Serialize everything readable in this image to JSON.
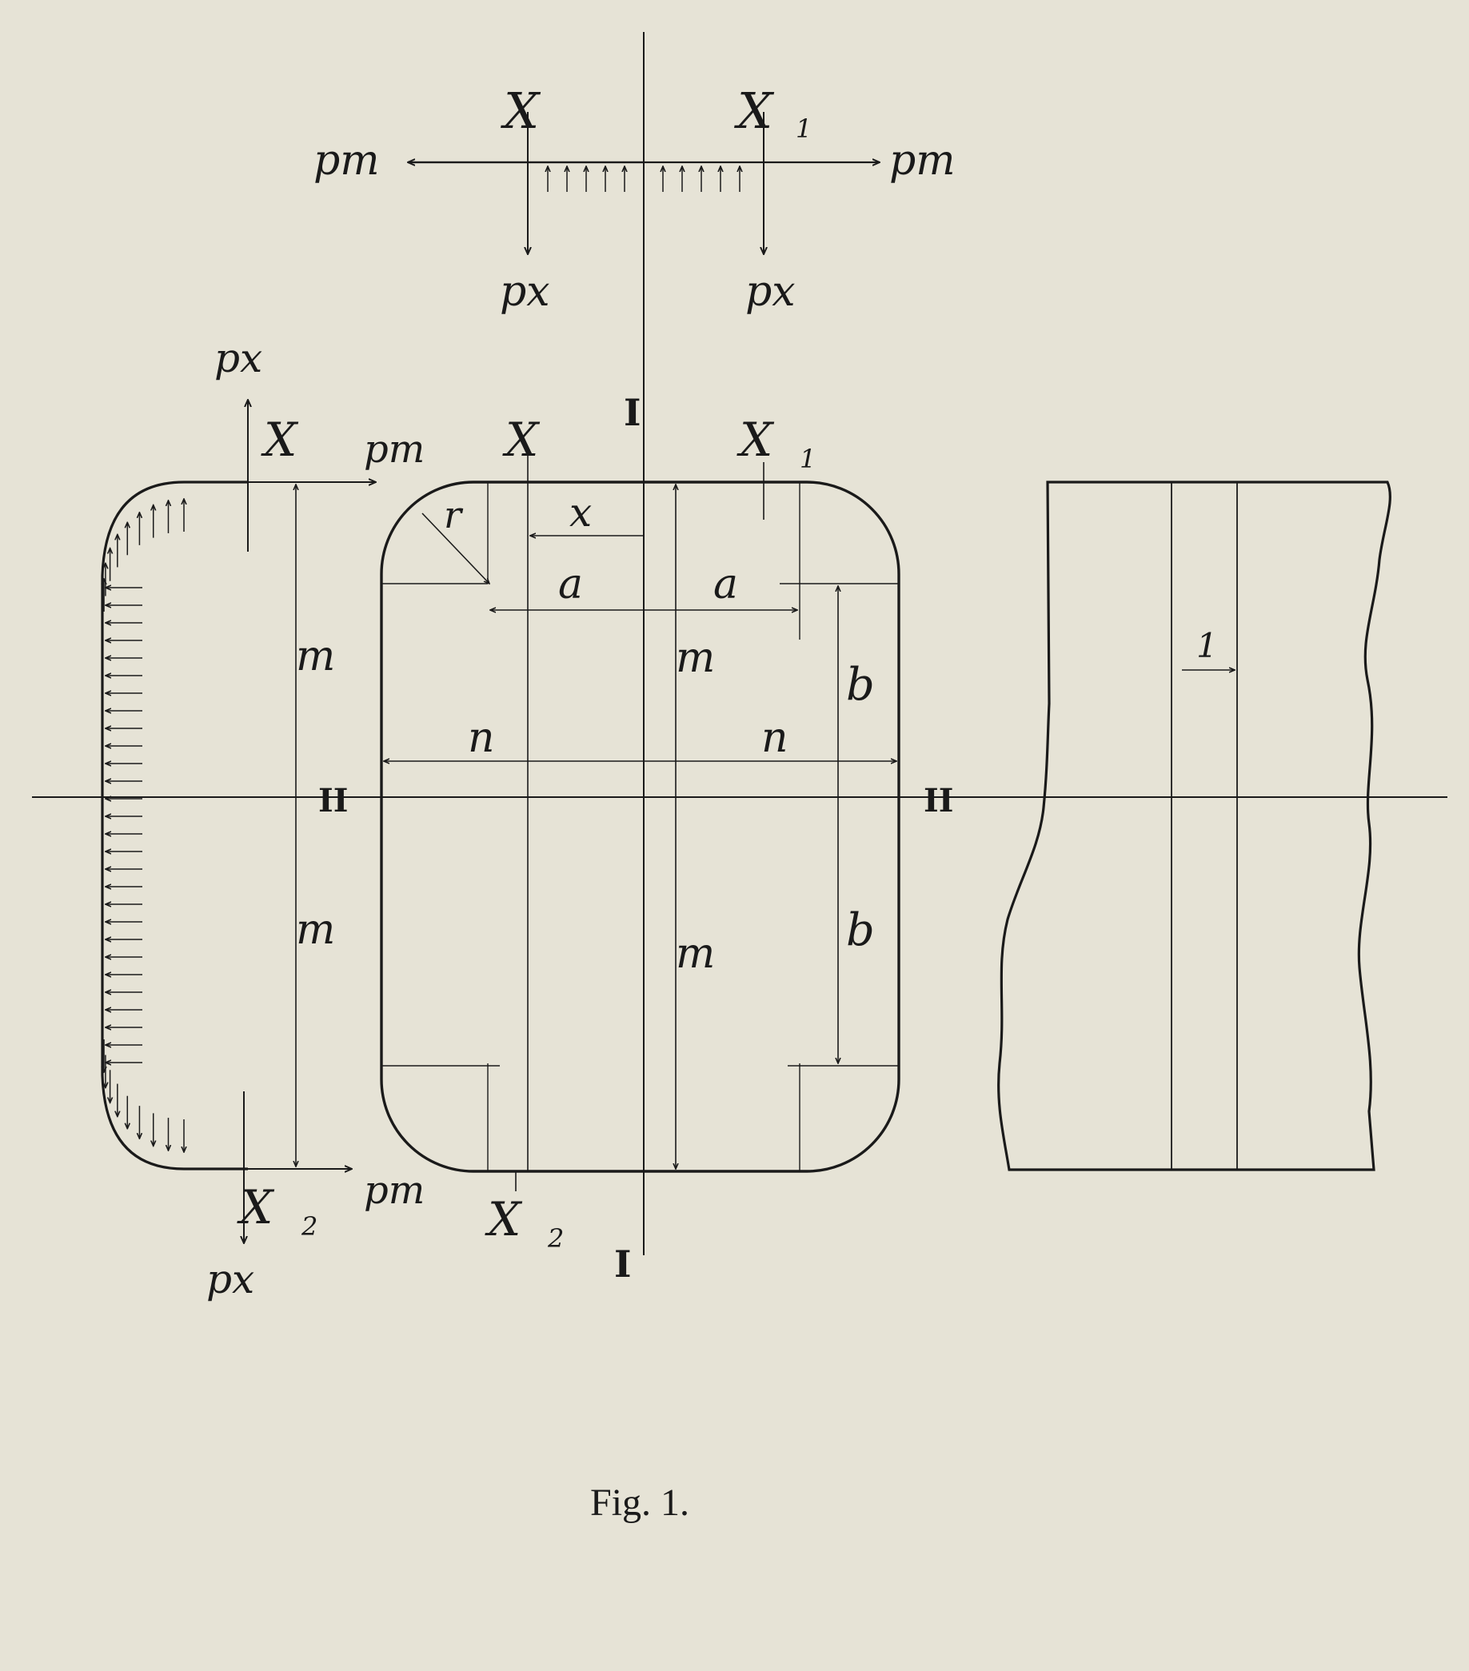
{
  "caption": "Fig. 1.",
  "colors": {
    "paper": "#e6e3d6",
    "ink": "#1a1a1a"
  },
  "labels": {
    "X": "X",
    "X1": "X",
    "X1_sub": "1",
    "X2": "X",
    "X2_sub": "2",
    "pm": "pm",
    "px": "px",
    "x": "x",
    "a": "a",
    "b": "b",
    "m": "m",
    "n": "n",
    "r": "r",
    "I": "I",
    "II": "II",
    "one": "1"
  }
}
